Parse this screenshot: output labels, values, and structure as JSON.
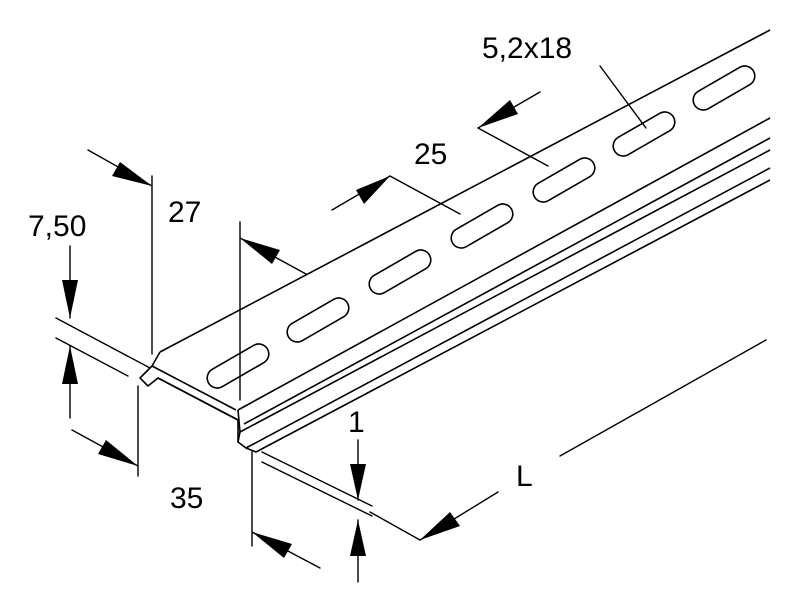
{
  "diagram": {
    "labels": {
      "hole_size": "5,2x18",
      "pitch": "25",
      "width_top": "27",
      "height": "7,50",
      "width_bottom": "35",
      "thickness": "1",
      "length": "L"
    },
    "line_color": "#000000",
    "background": "#ffffff"
  }
}
